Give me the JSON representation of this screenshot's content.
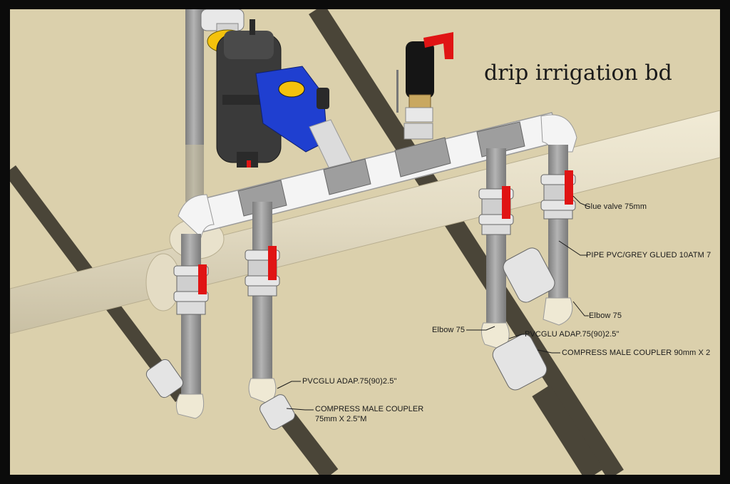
{
  "title": "drip irrigation bd",
  "labels": {
    "glue_valve": "Glue valve 75mm",
    "pipe_pvc": "PIPE PVC/GREY GLUED 10ATM 7",
    "elbow_right": "Elbow 75",
    "elbow_left": "Elbow 75",
    "pvcglu_adap_right": "PVCGLU ADAP.75(90)2.5\"",
    "compress_right": "COMPRESS MALE COUPLER 90mm X 2",
    "pvcglu_adap_left": "PVCGLU ADAP.75(90)2.5\"",
    "compress_left_line1": "COMPRESS MALE COUPLER",
    "compress_left_line2": "75mm X 2.5\"M"
  },
  "colors": {
    "background": "#dbd0ac",
    "frame": "#0b0b0b",
    "grey_pipe": "#9a9a9a",
    "white_pipe": "#f4f4f4",
    "valve_handle": "#e01414",
    "filter_body": "#3a3a3a",
    "blue_housing": "#1f3fd0",
    "drip_line": "#4a4538",
    "main_pipe": "#e6dfc8"
  }
}
